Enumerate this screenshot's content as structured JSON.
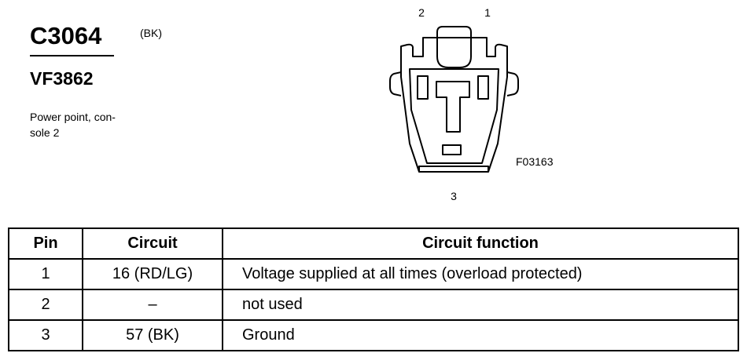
{
  "header": {
    "connector_id": "C3064",
    "color_code": "(BK)",
    "part_number": "VF3862",
    "description": "Power point, con-\nsole 2"
  },
  "diagram": {
    "figure_id": "F03163",
    "pin_labels": [
      "2",
      "1",
      "3"
    ]
  },
  "table": {
    "headers": [
      "Pin",
      "Circuit",
      "Circuit function"
    ],
    "rows": [
      {
        "pin": "1",
        "circuit": "16 (RD/LG)",
        "function": "Voltage supplied at all times (overload protected)"
      },
      {
        "pin": "2",
        "circuit": "–",
        "function": "not used"
      },
      {
        "pin": "3",
        "circuit": "57 (BK)",
        "function": "Ground"
      }
    ]
  }
}
